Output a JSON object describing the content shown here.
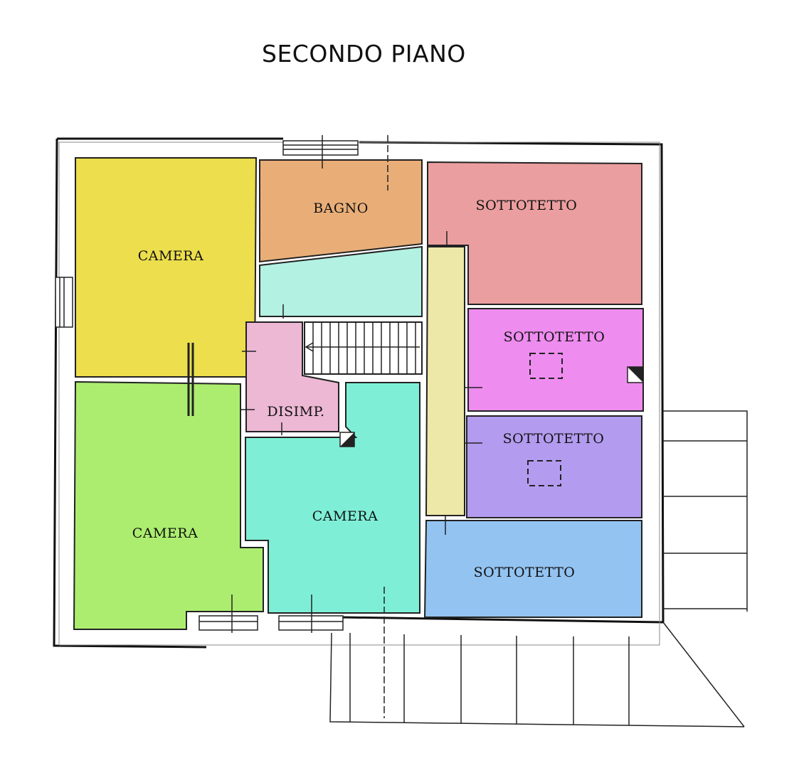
{
  "title": "SECONDO PIANO",
  "rooms": [
    {
      "name": "camera-top-left",
      "label": "CAMERA",
      "color": "#ecde4c"
    },
    {
      "name": "bagno",
      "label": "BAGNO",
      "color": "#e9ae78"
    },
    {
      "name": "corridor",
      "label": "",
      "color": "#b3f1e2"
    },
    {
      "name": "disimpegno",
      "label": "DISIMP.",
      "color": "#ecb8d4"
    },
    {
      "name": "camera-bottom-left",
      "label": "CAMERA",
      "color": "#aced6f"
    },
    {
      "name": "camera-center",
      "label": "CAMERA",
      "color": "#7eefd6"
    },
    {
      "name": "corridor-vertical",
      "label": "",
      "color": "#ede8a8"
    },
    {
      "name": "sottotetto-1",
      "label": "SOTTOTETTO",
      "color": "#eb9e9f"
    },
    {
      "name": "sottotetto-2",
      "label": "SOTTOTETTO",
      "color": "#ee8cef"
    },
    {
      "name": "sottotetto-3",
      "label": "SOTTOTETTO",
      "color": "#b39cef"
    },
    {
      "name": "sottotetto-4",
      "label": "SOTTOTETTO",
      "color": "#93c3f1"
    }
  ]
}
